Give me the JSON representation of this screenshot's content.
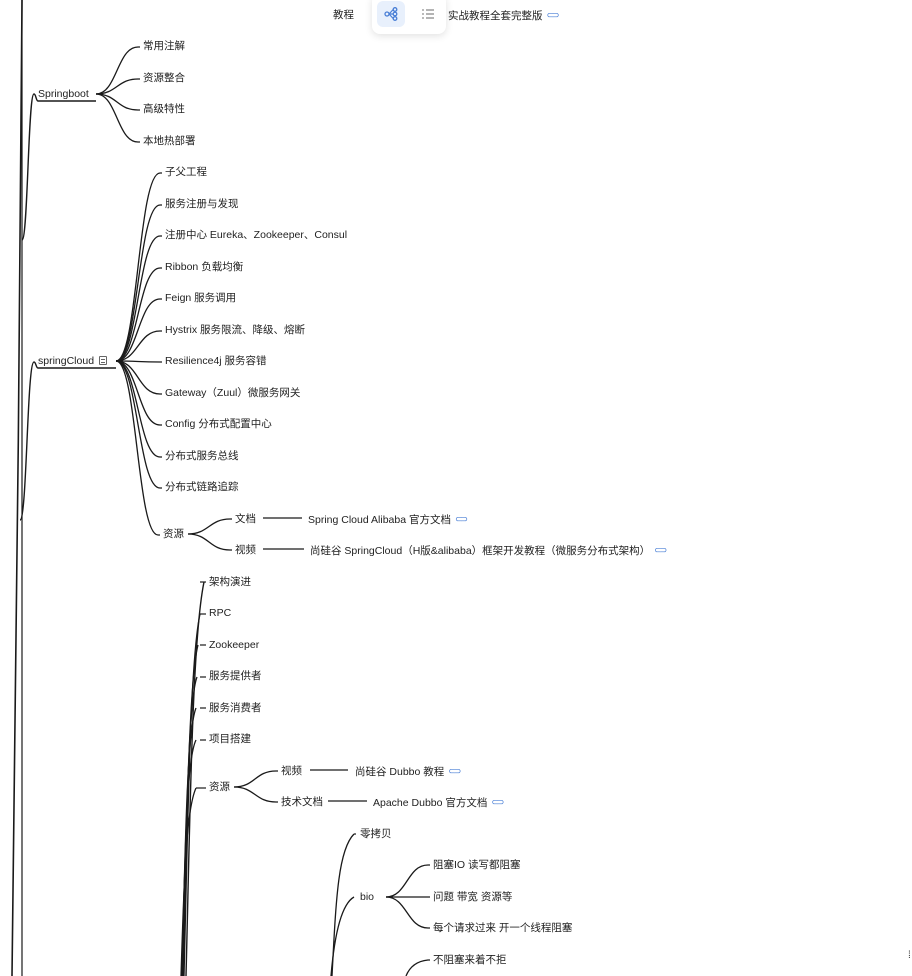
{
  "toolbar": {
    "mindmap_view": "mindmap-view-icon",
    "outline_view": "outline-view-icon",
    "accent": "#4a7fd6"
  },
  "nodes": {
    "tutorial": "教程",
    "tutorial_link": "实战教程全套完整版",
    "springboot": "Springboot",
    "sb_1": "常用注解",
    "sb_2": "资源整合",
    "sb_3": "高级特性",
    "sb_4": "本地热部署",
    "springcloud": "springCloud",
    "sc_1": "子父工程",
    "sc_2": "服务注册与发现",
    "sc_3": "注册中心 Eureka、Zookeeper、Consul",
    "sc_4": "Ribbon 负载均衡",
    "sc_5": "Feign 服务调用",
    "sc_6": "Hystrix 服务限流、降级、熔断",
    "sc_7": "Resilience4j 服务容错",
    "sc_8": "Gateway（Zuul）微服务网关",
    "sc_9": "Config 分布式配置中心",
    "sc_10": "分布式服务总线",
    "sc_11": "分布式链路追踪",
    "sc_res": "资源",
    "sc_doc": "文档",
    "sc_doc_link": "Spring Cloud Alibaba 官方文档",
    "sc_video": "视频",
    "sc_video_link": "尚硅谷 SpringCloud（H版&alibaba）框架开发教程（微服务分布式架构）",
    "du_1": "架构演进",
    "du_2": "RPC",
    "du_3": "Zookeeper",
    "du_4": "服务提供者",
    "du_5": "服务消费者",
    "du_6": "项目搭建",
    "du_res": "资源",
    "du_video": "视频",
    "du_video_link": "尚硅谷 Dubbo 教程",
    "du_doc": "技术文档",
    "du_doc_link": "Apache Dubbo 官方文档",
    "io_1": "零拷贝",
    "bio": "bio",
    "bio_1": "阻塞IO 读写都阻塞",
    "bio_2": "问题 带宽 资源等",
    "bio_3": "每个请求过来 开一个线程阻塞",
    "nio_1": "不阻塞来着不拒"
  }
}
